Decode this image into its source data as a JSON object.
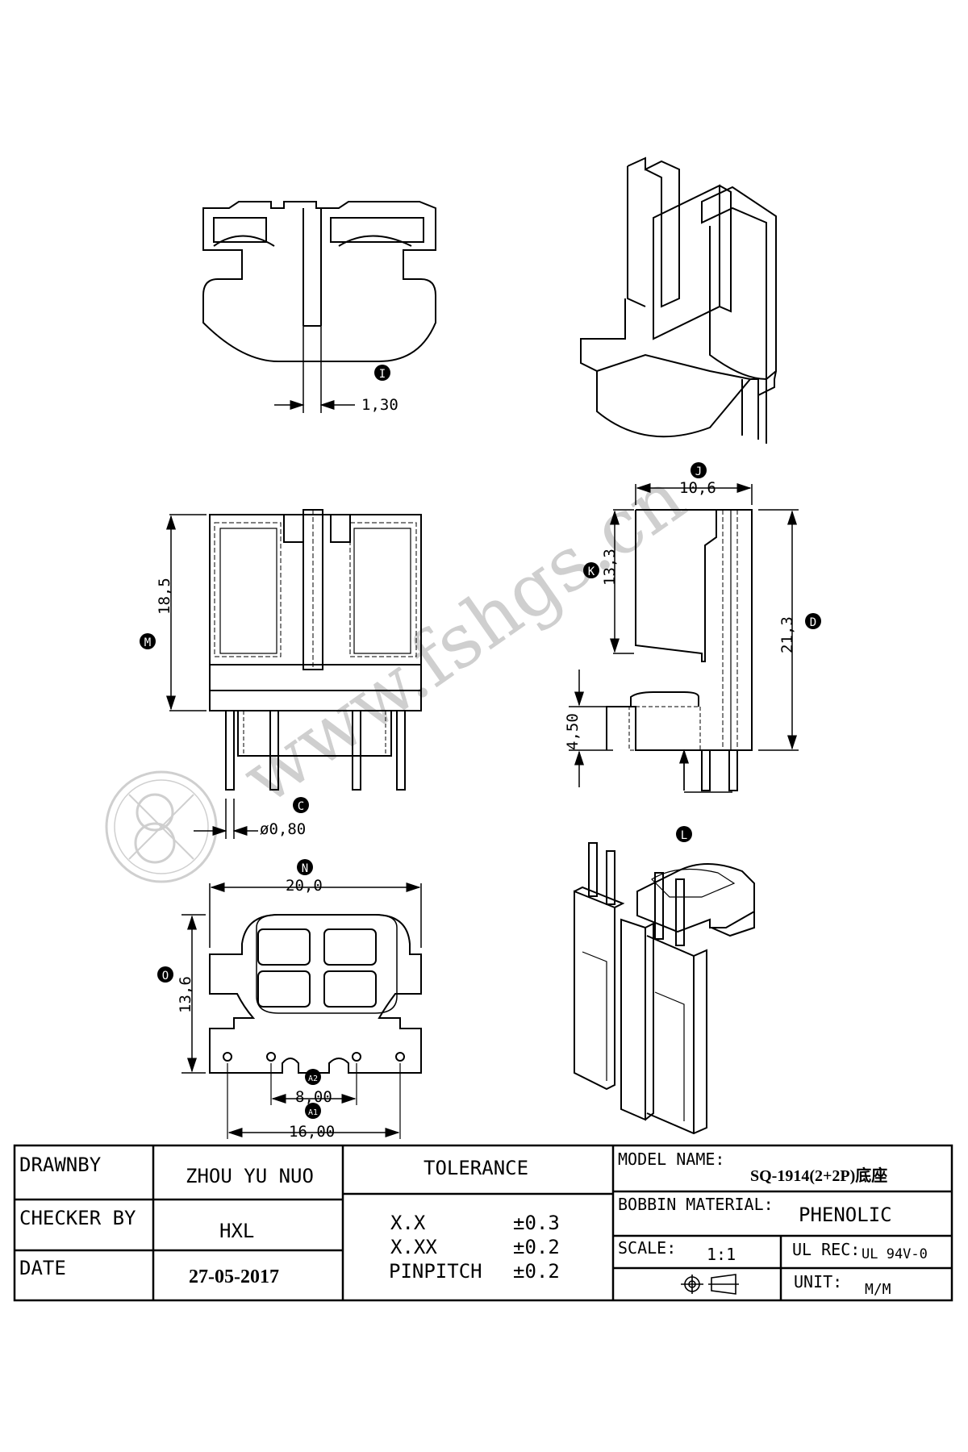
{
  "watermark": {
    "text": "www.fshgs.cn"
  },
  "dimensions": {
    "I": "1,30",
    "J": "10,6",
    "K": "13,3",
    "D": "21,3",
    "M": "18,5",
    "C": "ø0,80",
    "L": "4,50",
    "N": "20,0",
    "O": "13,6",
    "A2": "8,00",
    "A1": "16,00"
  },
  "markers": {
    "I": "I",
    "J": "J",
    "K": "K",
    "D": "D",
    "M": "M",
    "C": "C",
    "L": "L",
    "N": "N",
    "O": "O",
    "A2": "A2",
    "A1": "A1"
  },
  "title_block": {
    "drawn_by_label": "DRAWNBY",
    "drawn_by_value": "ZHOU YU NUO",
    "checker_label": "CHECKER BY",
    "checker_value": "HXL",
    "date_label": "DATE",
    "date_value": "27-05-2017",
    "tolerance_title": "TOLERANCE",
    "tol_rows": [
      {
        "label": "X.X",
        "value": "±0.3"
      },
      {
        "label": "X.XX",
        "value": "±0.2"
      },
      {
        "label": "PINPITCH",
        "value": "±0.2"
      }
    ],
    "model_label": "MODEL NAME:",
    "model_value": "SQ-1914(2+2P)底座",
    "material_label": "BOBBIN MATERIAL:",
    "material_value": "PHENOLIC",
    "scale_label": "SCALE:",
    "scale_value": "1:1",
    "ul_label": "UL REC:",
    "ul_value": "UL 94V-0",
    "unit_label": "UNIT:",
    "unit_value": "M/M"
  },
  "colors": {
    "ink": "#000000",
    "watermark": "#c8c8c8"
  }
}
